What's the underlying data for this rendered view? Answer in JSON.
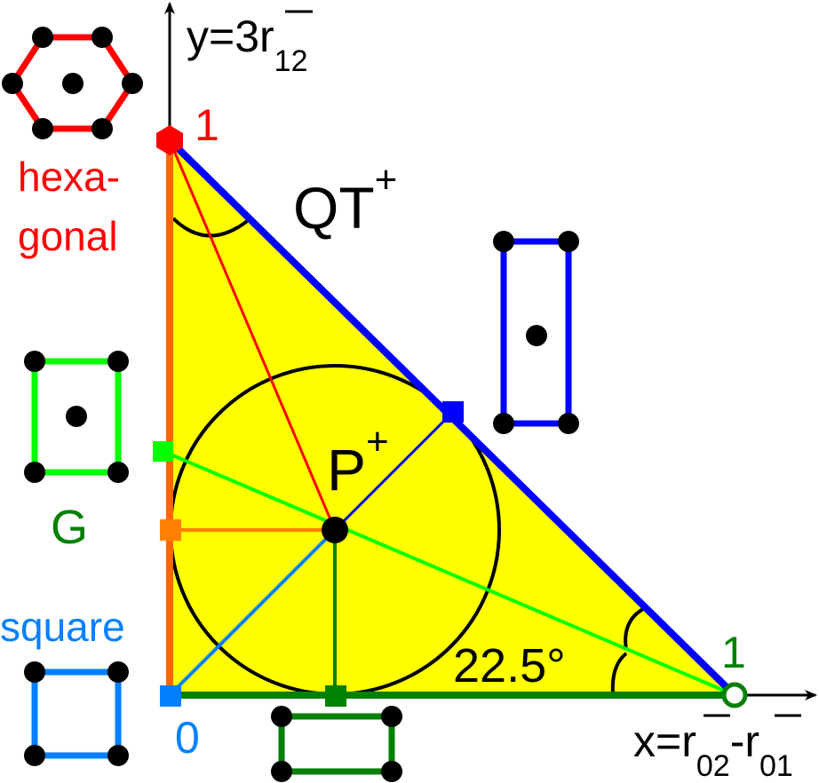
{
  "colors": {
    "region_fill": "#ffff00",
    "hexagonal": "#ff0000",
    "square": "#0080ff",
    "rect_blue": "#0000ff",
    "centered_green": "#00ff00",
    "rect_darkgreen": "#008000",
    "orange_edge": "#ff6600",
    "orange_marker": "#ff8000",
    "black": "#000000"
  },
  "axes": {
    "y_label_main": "y=3",
    "y_label_r": "r",
    "y_label_sub": "12",
    "x_label_main": "x=",
    "x_label_r1": "r",
    "x_label_sub1": "02",
    "x_label_minus": "-",
    "x_label_r2": "r",
    "x_label_sub2": "01"
  },
  "vertices": {
    "top_value": "1",
    "origin_value": "0",
    "right_value": "1"
  },
  "labels": {
    "hexagonal_line1": "hexa-",
    "hexagonal_line2": "gonal",
    "centered": "G",
    "square": "square",
    "region_main": "QT",
    "region_sup": "+",
    "point_main": "P",
    "point_sup": "+",
    "angle": "22.5°"
  },
  "lattices": [
    {
      "name": "hexagonal",
      "shape": "hexagon",
      "has_center": true
    },
    {
      "name": "centered-rectangular",
      "shape": "rectangle",
      "has_center": true
    },
    {
      "name": "square",
      "shape": "square",
      "has_center": false
    },
    {
      "name": "rectangular-wide",
      "shape": "rectangle",
      "has_center": false
    },
    {
      "name": "centered-rectangular-tall",
      "shape": "rectangle",
      "has_center": true
    }
  ]
}
